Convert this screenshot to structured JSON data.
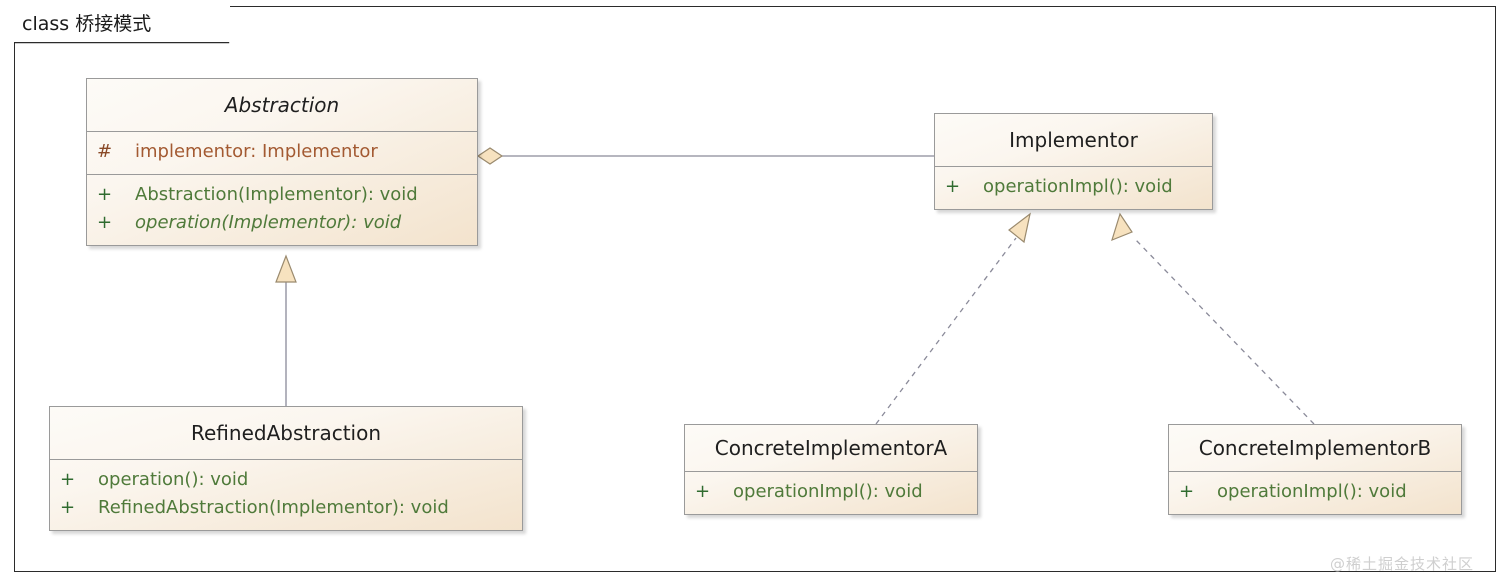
{
  "frame": {
    "keyword": "class",
    "name": "桥接模式",
    "title_text": "class 桥接模式"
  },
  "watermark": "@稀土掘金技术社区",
  "colors": {
    "box_fill_light": "#fdfbf7",
    "box_fill_dark": "#f3e3cd",
    "box_border": "#9a9a9a",
    "frame_border": "#2b2b2b",
    "public_green": "#4f7a3a",
    "protected_brown": "#a35a32",
    "arrow_fill": "#f5deb3",
    "connector_line": "#8a8a99",
    "watermark_grey": "#cfcfcf"
  },
  "classes": [
    {
      "id": "abstraction",
      "name": "Abstraction",
      "abstract": true,
      "attributes": [
        {
          "visibility": "#",
          "visibility_name": "protected",
          "text": "implementor: Implementor",
          "abstract": false
        }
      ],
      "methods": [
        {
          "visibility": "+",
          "visibility_name": "public",
          "text": "Abstraction(Implementor): void",
          "abstract": false
        },
        {
          "visibility": "+",
          "visibility_name": "public",
          "text": "operation(Implementor): void",
          "abstract": true
        }
      ]
    },
    {
      "id": "refined-abstraction",
      "name": "RefinedAbstraction",
      "abstract": false,
      "attributes": [],
      "methods": [
        {
          "visibility": "+",
          "visibility_name": "public",
          "text": "operation(): void",
          "abstract": false
        },
        {
          "visibility": "+",
          "visibility_name": "public",
          "text": "RefinedAbstraction(Implementor): void",
          "abstract": false
        }
      ]
    },
    {
      "id": "implementor",
      "name": "Implementor",
      "abstract": false,
      "attributes": [],
      "methods": [
        {
          "visibility": "+",
          "visibility_name": "public",
          "text": "operationImpl(): void",
          "abstract": false
        }
      ]
    },
    {
      "id": "concrete-implementor-a",
      "name": "ConcreteImplementorA",
      "abstract": false,
      "attributes": [],
      "methods": [
        {
          "visibility": "+",
          "visibility_name": "public",
          "text": "operationImpl(): void",
          "abstract": false
        }
      ]
    },
    {
      "id": "concrete-implementor-b",
      "name": "ConcreteImplementorB",
      "abstract": false,
      "attributes": [],
      "methods": [
        {
          "visibility": "+",
          "visibility_name": "public",
          "text": "operationImpl(): void",
          "abstract": false
        }
      ]
    }
  ],
  "relations": [
    {
      "id": "aggregation-abstraction-implementor",
      "type": "aggregation",
      "from": "Implementor",
      "to": "Abstraction",
      "line": "solid",
      "marker": "hollow-diamond"
    },
    {
      "id": "inheritance-refined-abstraction",
      "type": "generalization",
      "from": "RefinedAbstraction",
      "to": "Abstraction",
      "line": "solid",
      "marker": "hollow-triangle"
    },
    {
      "id": "realization-concrete-a",
      "type": "realization",
      "from": "ConcreteImplementorA",
      "to": "Implementor",
      "line": "dashed",
      "marker": "hollow-triangle"
    },
    {
      "id": "realization-concrete-b",
      "type": "realization",
      "from": "ConcreteImplementorB",
      "to": "Implementor",
      "line": "dashed",
      "marker": "hollow-triangle"
    }
  ]
}
